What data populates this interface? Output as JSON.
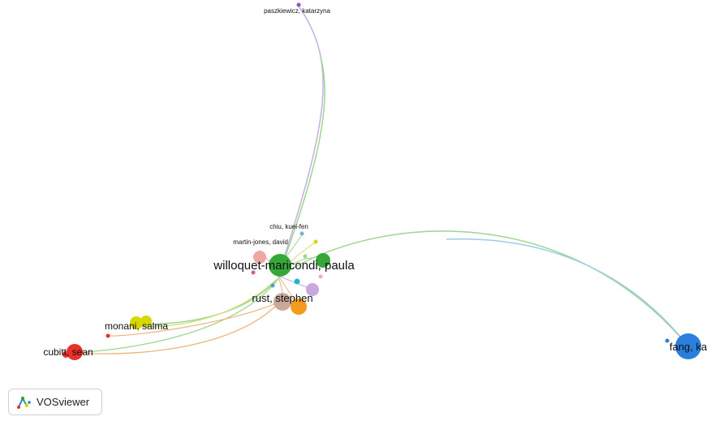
{
  "brand": {
    "name": "VOSviewer",
    "icon": "vosviewer-logo-icon"
  },
  "network": {
    "nodes": [
      {
        "id": "willoquet",
        "label": "willoquet-maricondi, paula",
        "color": "#36a83a"
      },
      {
        "id": "rust",
        "label": "rust, stephen",
        "color": "#c9a89a"
      },
      {
        "id": "monani",
        "label": "monani, salma",
        "color": "#d7d700"
      },
      {
        "id": "cubitt",
        "label": "cubitt, sean",
        "color": "#e8312a"
      },
      {
        "id": "fang",
        "label": "fang, ka",
        "color": "#2a7fdc"
      },
      {
        "id": "paszkiewicz",
        "label": "paszkiewicz, katarzyna",
        "color": "#9b4fc7"
      },
      {
        "id": "chiu",
        "label": "chiu, kuei-fen",
        "color": "#6fb5d6"
      },
      {
        "id": "martin",
        "label": "martin-jones, david",
        "color": "#d65a9a"
      }
    ],
    "colors": {
      "green": "#36a83a",
      "orange": "#f59b1c",
      "pink": "#f0a7a0",
      "lavender": "#c9a8e0",
      "cyan": "#17b9c8",
      "light_blue_link": "#8fc6e6",
      "purple_link": "#c3a6e0"
    }
  }
}
